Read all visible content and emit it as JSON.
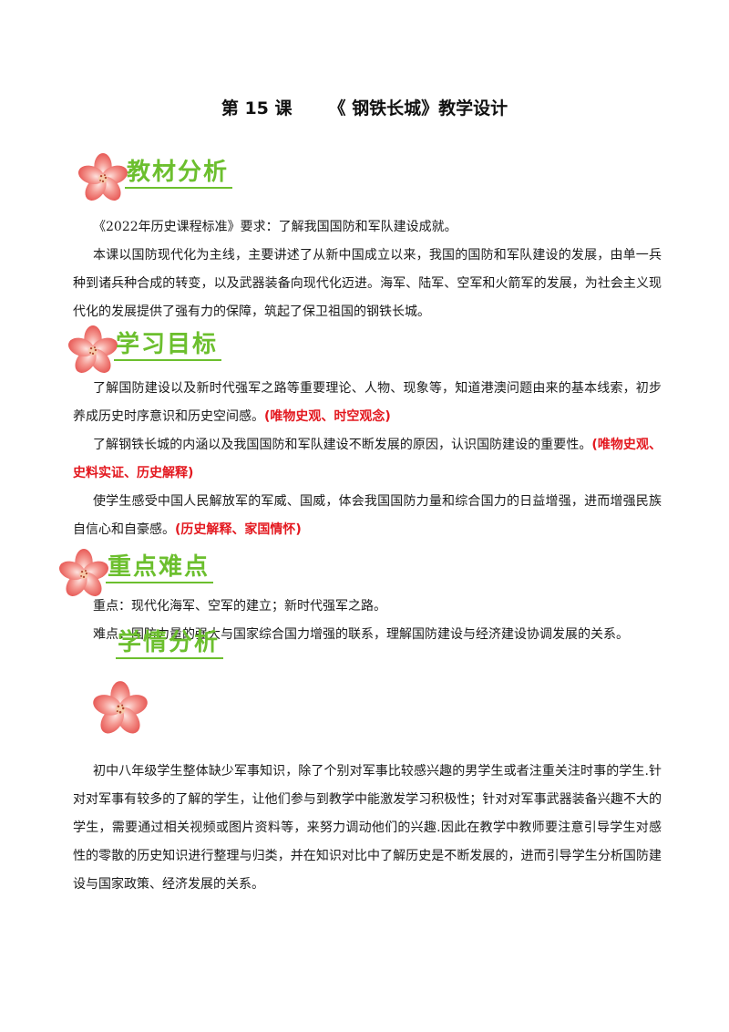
{
  "title": {
    "lesson": "第 15 课",
    "name": "《 钢铁长城》教学设计"
  },
  "sections": {
    "s1": {
      "heading": "教材分析",
      "p1": "《2022年历史课程标准》要求：了解我国国防和军队建设成就。",
      "p2": "本课以国防现代化为主线，主要讲述了从新中国成立以来，我国的国防和军队建设的发展，由单一兵种到诸兵种合成的转变，以及武器装备向现代化迈进。海军、陆军、空军和火箭军的发展，为社会主义现代化的发展提供了强有力的保障，筑起了保卫祖国的钢铁长城。"
    },
    "s2": {
      "heading": "学习目标",
      "g1": "了解国防建设以及新时代强军之路等重要理论、人物、现象等，知道港澳问题由来的基本线索，初步养成历史时序意识和历史空间感。",
      "g1_tag": "(唯物史观、时空观念)",
      "g2": "了解钢铁长城的内涵以及我国国防和军队建设不断发展的原因，认识国防建设的重要性。",
      "g2_tag": "(唯物史观、史料实证、历史解释)",
      "g3": "使学生感受中国人民解放军的军威、国威，体会我国国防力量和综合国力的日益增强，进而增强民族自信心和自豪感。",
      "g3_tag": "(历史解释、家国情怀)"
    },
    "s3": {
      "heading": "重点难点",
      "key": "重点：现代化海军、空军的建立；新时代强军之路。",
      "difficult": "难点：国防力量的强大与国家综合国力增强的联系，理解国防建设与经济建设协调发展的关系。"
    },
    "s4": {
      "heading": "学情分析",
      "p1": "初中八年级学生整体缺少军事知识，除了个别对军事比较感兴趣的男学生或者注重关注时事的学生.针对对军事有较多的了解的学生，让他们参与到教学中能激发学习积极性；针对对军事武器装备兴趣不大的学生，需要通过相关视频或图片资料等，来努力调动他们的兴趣.因此在教学中教师要注意引导学生对感性的零散的历史知识进行整理与归类，并在知识对比中了解历史是不断发展的，进而引导学生分析国防建设与国家政策、经济发展的关系。"
    }
  },
  "colors": {
    "heading": "#6cbf2e",
    "tag": "#e3181f",
    "flower": "#f07a78"
  },
  "icons": {
    "section": "flower-icon"
  }
}
